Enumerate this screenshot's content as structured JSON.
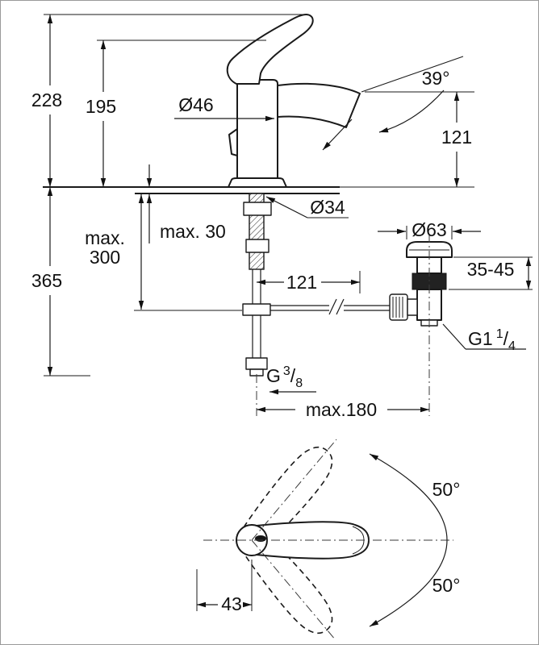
{
  "page": {
    "background": "#ffffff",
    "line_color": "#1a1a1a",
    "description": "Technical dimension drawing of a single-lever basin mixer faucet with pop-up waste valve and handle swing plan view"
  },
  "side_view": {
    "dims": {
      "overall_height": "228",
      "body_height": "195",
      "body_diameter": "Ø46",
      "spout_angle": "39°",
      "outlet_height": "121",
      "shank_diameter": "Ø34",
      "deck_thickness": "max. 30",
      "mounting_depth_line1": "max.",
      "mounting_depth_line2": "300",
      "overall_depth": "365",
      "spout_projection": "121",
      "max_spacing": "max.180",
      "supply_thread": {
        "prefix": "G",
        "numerator": "3",
        "slash": "/",
        "denominator": "8"
      }
    }
  },
  "waste_view": {
    "dims": {
      "flange_diameter": "Ø63",
      "clamping_range": "35-45",
      "waste_thread": {
        "prefix": "G1",
        "numerator": "1",
        "slash": "/",
        "denominator": "4"
      }
    }
  },
  "plan_view": {
    "dims": {
      "swing_angle_up": "50°",
      "swing_angle_down": "50°",
      "handle_offset": "43"
    }
  }
}
